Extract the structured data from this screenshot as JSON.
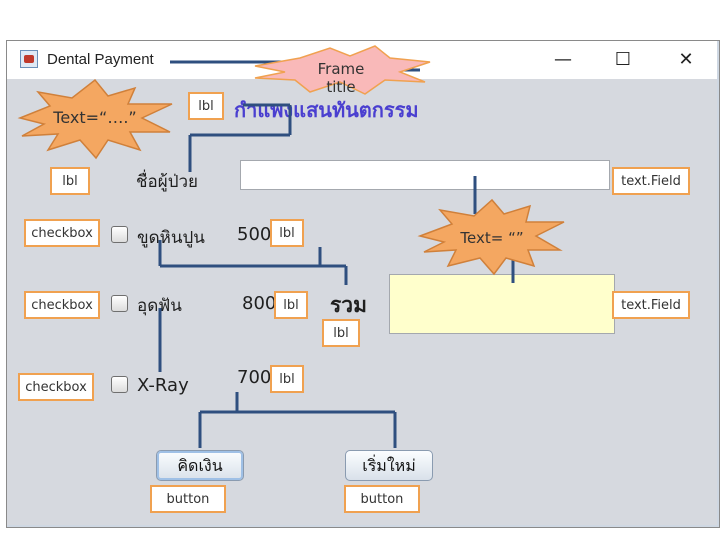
{
  "window": {
    "title": "Dental Payment",
    "minimize_glyph": "—",
    "maximize_glyph": "☐",
    "close_glyph": "✕"
  },
  "form": {
    "heading": "กำแพงแสนทันตกรรม",
    "patient_label": "ชื่อผู้ป่วย",
    "patient_value": "",
    "treatments": [
      {
        "label": "ขูดหินปูน",
        "price": "500",
        "checked": false
      },
      {
        "label": "อุดฟัน",
        "price": "800",
        "checked": false
      },
      {
        "label": "X-Ray",
        "price": "700",
        "checked": false
      }
    ],
    "total_label": "รวม",
    "total_value": "",
    "calculate_button": "คิดเงิน",
    "reset_button": "เริ่มใหม่"
  },
  "annotations": {
    "frame_title": "Frame title",
    "heading_text": "Text=“….”",
    "heading_lbl": "lbl",
    "patient_lbl": "lbl",
    "textfield_1": "text.Field",
    "empty_text": "Text= “”",
    "checkbox_1": "checkbox",
    "checkbox_2": "checkbox",
    "checkbox_3": "checkbox",
    "price_lbl_1": "lbl",
    "price_lbl_2": "lbl",
    "price_lbl_3": "lbl",
    "total_lbl": "lbl",
    "textfield_2": "text.Field",
    "button_1": "button",
    "button_2": "button"
  },
  "colors": {
    "heading": "#4a3fd0",
    "annotation_border": "#f0a150",
    "burst_fill": "#f4a761",
    "frame_burst_fill": "#f9b9b9",
    "connector": "#2f4f7f",
    "total_field_bg": "#ffffcc"
  }
}
